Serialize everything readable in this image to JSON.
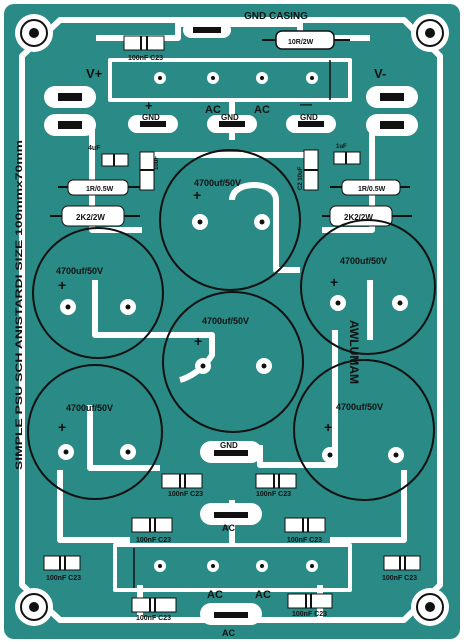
{
  "colors": {
    "board": "#2a8a86",
    "copper": "#ffffff",
    "ink": "#111111"
  },
  "labels": {
    "gnd_casing": "GND CASING",
    "r_top": "10R/2W",
    "c_top": "100nF C23",
    "v_plus": "V+",
    "v_minus": "V-",
    "plus_sign": "+",
    "minus_sign": "—",
    "ac_left": "AC",
    "ac_right": "AC",
    "gnd": "GND",
    "r_left_small": "1R/0.5W",
    "r_right_small": "1R/0.5W",
    "r_left_big": "2K2/2W",
    "r_right_big": "2K2/2W",
    "c_left_small": "4uF",
    "c_right_small": "1uF",
    "c_left_vert": "10uF",
    "c_right_vert": "C2 10uF",
    "cap_label": "4700uf/50V",
    "side_text": "SIMPLE PSU SCH ANISTARDI SIZE 100mmx70mm",
    "brand": "AWLUMAM",
    "c_bottom": "100nF C23",
    "gnd_bottom": "GND",
    "ac_bottom": "AC"
  }
}
